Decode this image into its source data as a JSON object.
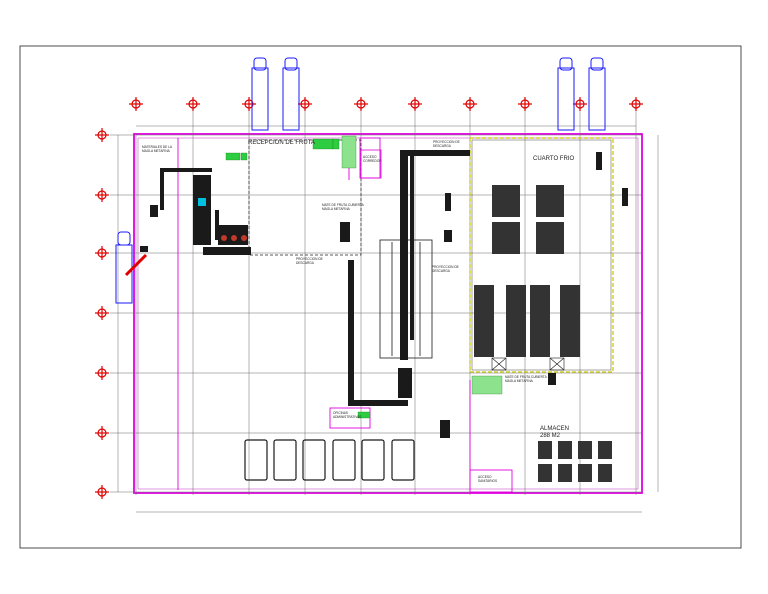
{
  "drawing": {
    "areas": {
      "reception": "RECEPCION DE FRUTA",
      "cold_room": "CUARTO FRIO",
      "warehouse": "ALMACEN",
      "warehouse_area": "288 M2"
    },
    "notes": {
      "top_left_1": "MATERIALES DE LA",
      "top_left_2": "MAGLA METAFINA",
      "reception_note_1": "MATE DE FRUTA CUBIERTA",
      "reception_note_2": "MAGLA METAFINA",
      "unloading_1": "PROYECCION DE",
      "unloading_2": "DESCARGA",
      "upper_right_1": "PROYECCION DE",
      "upper_right_2": "DESCARGA",
      "mid_right_1": "PROYECCION DE",
      "mid_right_2": "DESCARGA",
      "office_1": "OFICINAS",
      "office_2": "ADMINISTRATIVAS",
      "cold_bottom_1": "MATE DE FRUTA CUBIERTA",
      "cold_bottom_2": "MAGLA METAFINA",
      "access_1": "ACCESO",
      "access_2": "SANITARIOS",
      "small_box_1": "ACCESO",
      "small_box_2": "CORREDOR"
    },
    "colors": {
      "boundary": "#e000e0",
      "grid": "#5a5a5a",
      "axis_marker": "#e00000",
      "truck": "#1a1aff",
      "equipment_green": "#2ecc40",
      "cold_dashed": "#c8c800",
      "machine": "#1a1a1a"
    }
  }
}
